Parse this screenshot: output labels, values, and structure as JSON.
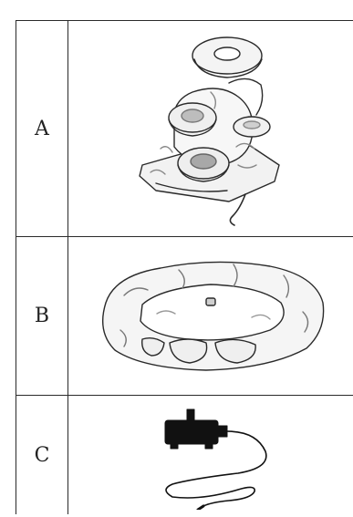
{
  "parts": [
    {
      "id": "A",
      "label": "A",
      "illustration": "tiered-rock-fountain"
    },
    {
      "id": "B",
      "label": "B",
      "illustration": "rock-basin"
    },
    {
      "id": "C",
      "label": "C",
      "illustration": "pump-with-cord"
    }
  ],
  "colors": {
    "line": "#2a2a2a",
    "shade": "#9a9a9a",
    "pump": "#111111"
  }
}
